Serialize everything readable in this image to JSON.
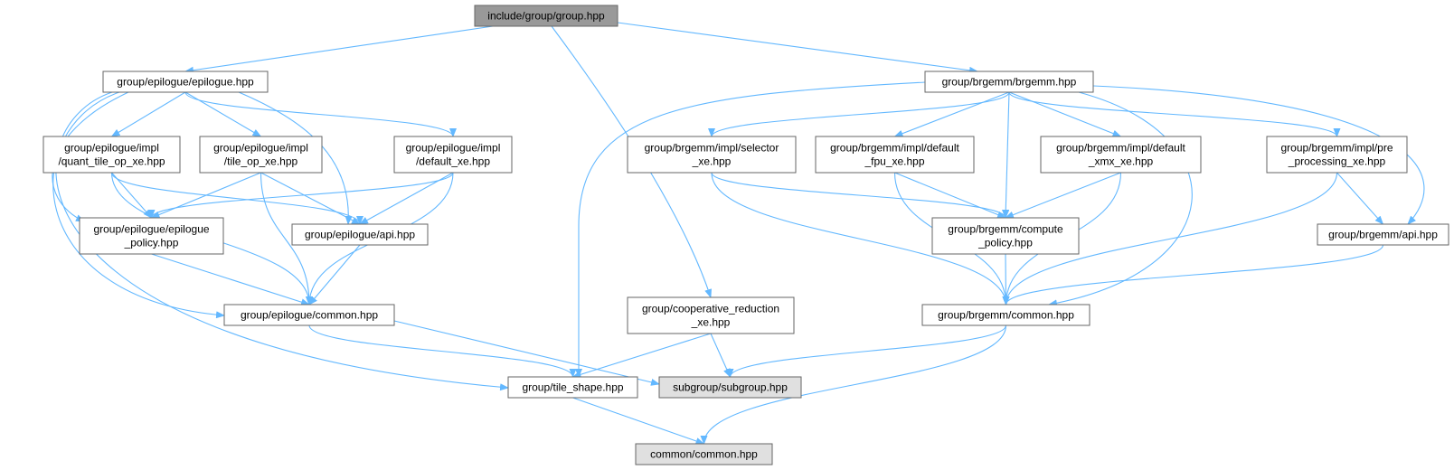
{
  "colors": {
    "edge": "#63b8ff",
    "node_fill": "#ffffff",
    "node_border": "#666666",
    "root_fill": "#999999",
    "external_fill": "#e0e0e0"
  },
  "nodes": [
    {
      "id": "root",
      "lines": [
        "include/group/group.hpp"
      ],
      "style": "root"
    },
    {
      "id": "epi",
      "lines": [
        "group/epilogue/epilogue.hpp"
      ],
      "style": "normal"
    },
    {
      "id": "brg",
      "lines": [
        "group/brgemm/brgemm.hpp"
      ],
      "style": "normal"
    },
    {
      "id": "qtile",
      "lines": [
        "group/epilogue/impl",
        "/quant_tile_op_xe.hpp"
      ],
      "style": "normal"
    },
    {
      "id": "tile",
      "lines": [
        "group/epilogue/impl",
        "/tile_op_xe.hpp"
      ],
      "style": "normal"
    },
    {
      "id": "defxe",
      "lines": [
        "group/epilogue/impl",
        "/default_xe.hpp"
      ],
      "style": "normal"
    },
    {
      "id": "sel",
      "lines": [
        "group/brgemm/impl/selector",
        "_xe.hpp"
      ],
      "style": "normal"
    },
    {
      "id": "fpu",
      "lines": [
        "group/brgemm/impl/default",
        "_fpu_xe.hpp"
      ],
      "style": "normal"
    },
    {
      "id": "xmx",
      "lines": [
        "group/brgemm/impl/default",
        "_xmx_xe.hpp"
      ],
      "style": "normal"
    },
    {
      "id": "pre",
      "lines": [
        "group/brgemm/impl/pre",
        "_processing_xe.hpp"
      ],
      "style": "normal"
    },
    {
      "id": "epipol",
      "lines": [
        "group/epilogue/epilogue",
        "_policy.hpp"
      ],
      "style": "normal"
    },
    {
      "id": "epiapi",
      "lines": [
        "group/epilogue/api.hpp"
      ],
      "style": "normal"
    },
    {
      "id": "comppol",
      "lines": [
        "group/brgemm/compute",
        "_policy.hpp"
      ],
      "style": "normal"
    },
    {
      "id": "brgapi",
      "lines": [
        "group/brgemm/api.hpp"
      ],
      "style": "normal"
    },
    {
      "id": "epicom",
      "lines": [
        "group/epilogue/common.hpp"
      ],
      "style": "normal"
    },
    {
      "id": "coop",
      "lines": [
        "group/cooperative_reduction",
        "_xe.hpp"
      ],
      "style": "normal"
    },
    {
      "id": "brgcom",
      "lines": [
        "group/brgemm/common.hpp"
      ],
      "style": "normal"
    },
    {
      "id": "tshape",
      "lines": [
        "group/tile_shape.hpp"
      ],
      "style": "normal"
    },
    {
      "id": "subg",
      "lines": [
        "subgroup/subgroup.hpp"
      ],
      "style": "external"
    },
    {
      "id": "comcom",
      "lines": [
        "common/common.hpp"
      ],
      "style": "external"
    }
  ],
  "edges": [
    [
      "root",
      "epi"
    ],
    [
      "root",
      "brg"
    ],
    [
      "root",
      "coop"
    ],
    [
      "epi",
      "qtile"
    ],
    [
      "epi",
      "tile"
    ],
    [
      "epi",
      "defxe"
    ],
    [
      "epi",
      "epipol"
    ],
    [
      "epi",
      "epiapi"
    ],
    [
      "epi",
      "epicom"
    ],
    [
      "epi",
      "tshape"
    ],
    [
      "qtile",
      "epipol"
    ],
    [
      "qtile",
      "epiapi"
    ],
    [
      "qtile",
      "epicom"
    ],
    [
      "tile",
      "epipol"
    ],
    [
      "tile",
      "epiapi"
    ],
    [
      "tile",
      "epicom"
    ],
    [
      "defxe",
      "epipol"
    ],
    [
      "defxe",
      "epiapi"
    ],
    [
      "defxe",
      "epicom"
    ],
    [
      "epipol",
      "epicom"
    ],
    [
      "epiapi",
      "epicom"
    ],
    [
      "epicom",
      "tshape"
    ],
    [
      "epicom",
      "subg"
    ],
    [
      "coop",
      "tshape"
    ],
    [
      "coop",
      "subg"
    ],
    [
      "brg",
      "sel"
    ],
    [
      "brg",
      "fpu"
    ],
    [
      "brg",
      "xmx"
    ],
    [
      "brg",
      "pre"
    ],
    [
      "brg",
      "comppol"
    ],
    [
      "brg",
      "brgapi"
    ],
    [
      "brg",
      "brgcom"
    ],
    [
      "brg",
      "tshape"
    ],
    [
      "sel",
      "comppol"
    ],
    [
      "sel",
      "brgcom"
    ],
    [
      "fpu",
      "comppol"
    ],
    [
      "fpu",
      "brgcom"
    ],
    [
      "xmx",
      "comppol"
    ],
    [
      "xmx",
      "brgcom"
    ],
    [
      "pre",
      "brgapi"
    ],
    [
      "pre",
      "brgcom"
    ],
    [
      "comppol",
      "brgcom"
    ],
    [
      "brgapi",
      "brgcom"
    ],
    [
      "brgcom",
      "subg"
    ],
    [
      "brgcom",
      "comcom"
    ],
    [
      "tshape",
      "comcom"
    ]
  ]
}
